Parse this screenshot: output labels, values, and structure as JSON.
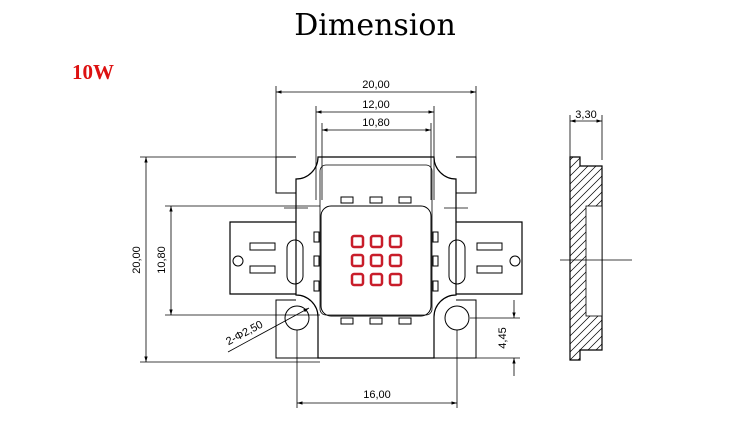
{
  "title": "Dimension",
  "power_label": "10W",
  "dimensions": {
    "overall_width": "20,00",
    "pad_width": "12,00",
    "chip_width": "10,80",
    "overall_height": "20,00",
    "chip_height": "10,80",
    "hole_diameter": "2-Φ2,50",
    "hole_spacing": "16,00",
    "hole_offset": "4,45",
    "thickness": "3,30"
  },
  "colors": {
    "power_label": "#d11111",
    "led_die": "#c81d2a",
    "lines": "#000000"
  }
}
